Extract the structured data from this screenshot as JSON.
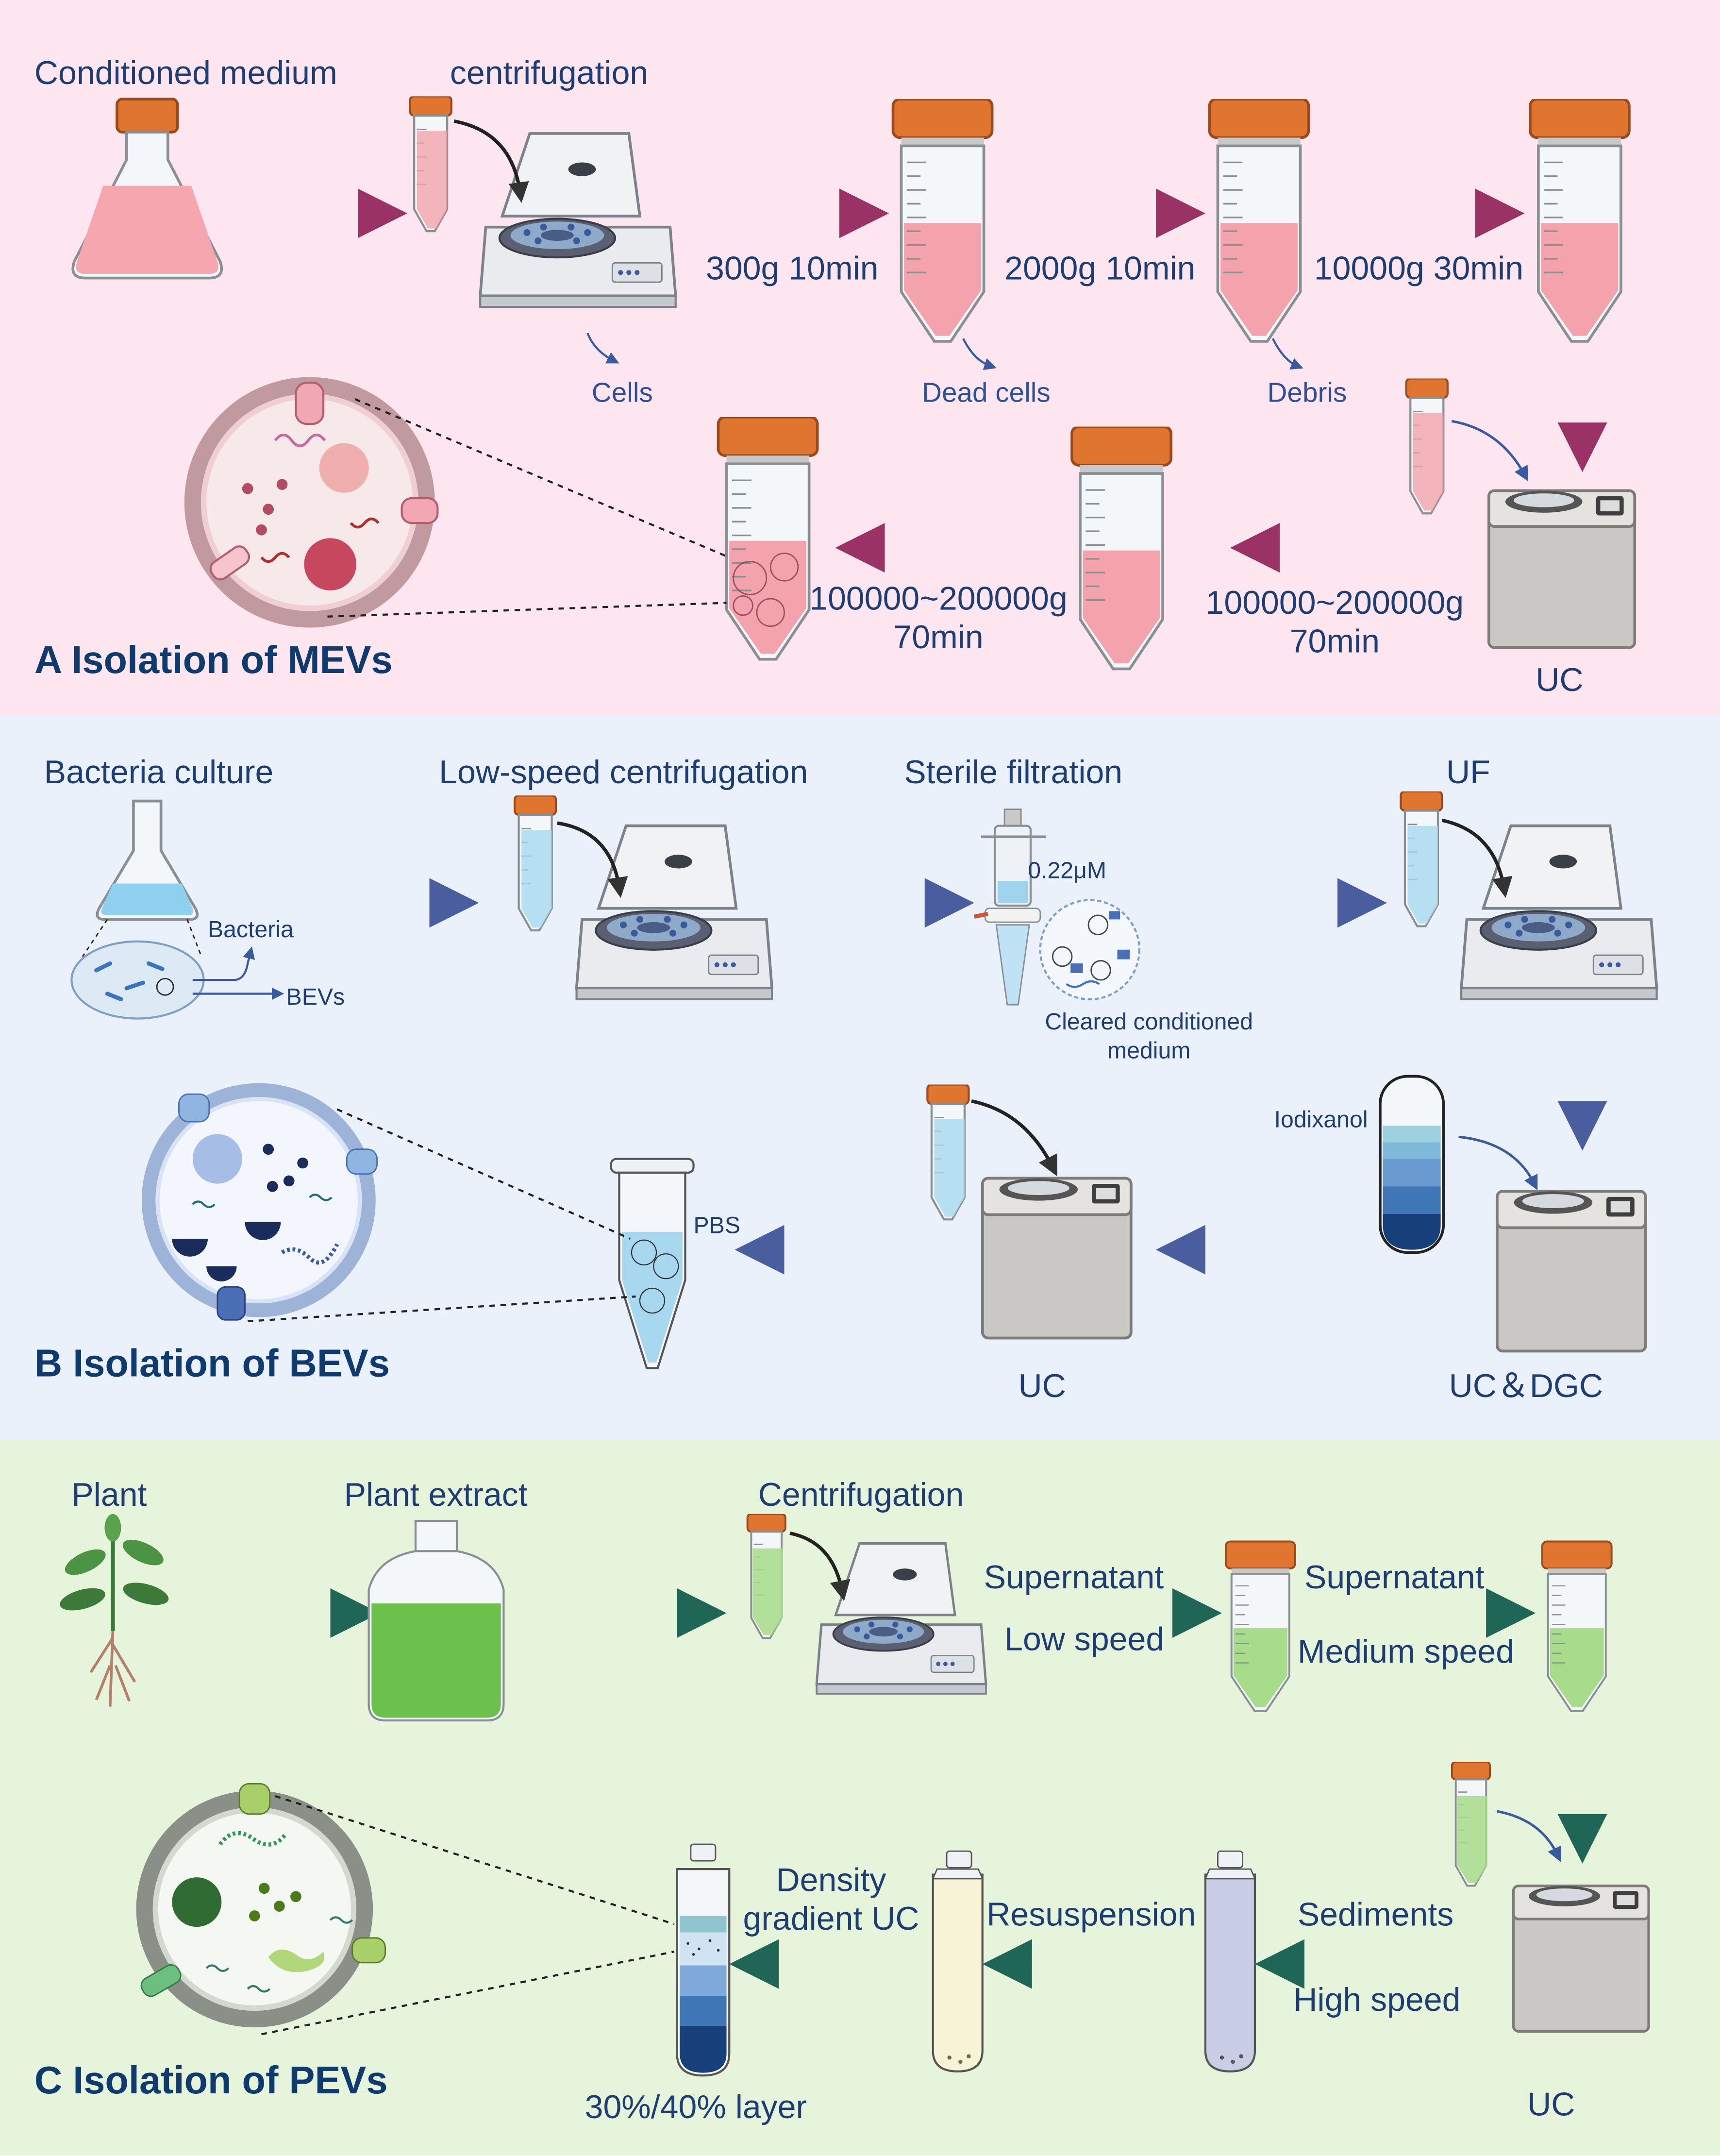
{
  "panel_a": {
    "title": "A Isolation of MEVs",
    "conditioned_medium": "Conditioned medium",
    "centrifugation": "centrifugation",
    "step1": "300g 10min",
    "step2": "2000g 10min",
    "step3": "10000g 30min",
    "cells": "Cells",
    "dead_cells": "Dead cells",
    "debris": "Debris",
    "uc": "UC",
    "ultra1_line1": "100000~200000g",
    "ultra1_line2": "70min",
    "ultra2_line1": "100000~200000g",
    "ultra2_line2": "70min",
    "color": "#fde6ef",
    "arrow_color": "#9b3265"
  },
  "panel_b": {
    "title": "B Isolation of BEVs",
    "bacteria_culture": "Bacteria culture",
    "low_speed": "Low-speed centrifugation",
    "sterile": "Sterile filtration",
    "uf": "UF",
    "bacteria": "Bacteria",
    "bevs": "BEVs",
    "filter_size": "0.22μM",
    "cleared_line1": "Cleared conditioned",
    "cleared_line2": "medium",
    "iodixanol": "Iodixanol",
    "pbs": "PBS",
    "uc": "UC",
    "uc_dgc": "UC＆DGC",
    "color": "#eaf1fb",
    "arrow_color": "#4a5d9e"
  },
  "panel_c": {
    "title": "C Isolation of PEVs",
    "plant": "Plant",
    "plant_extract": "Plant extract",
    "centrifugation": "Centrifugation",
    "supernatant1": "Supernatant",
    "low_speed": "Low speed",
    "supernatant2": "Supernatant",
    "medium_speed": "Medium speed",
    "sediments": "Sediments",
    "high_speed": "High speed",
    "resuspension": "Resuspension",
    "density_line1": "Density",
    "density_line2": "gradient UC",
    "layer": "30%/40% layer",
    "uc": "UC",
    "color": "#e6f4dc",
    "arrow_color": "#1f6656"
  }
}
